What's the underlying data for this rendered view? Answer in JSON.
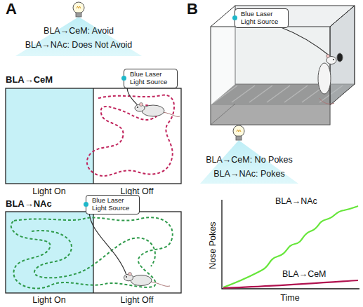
{
  "diagram": {
    "nodes": [
      {
        "text": [
          "Blue Laser Light Source"
        ]
      },
      {
        "text": [
          "Blue Laser Light Source"
        ]
      },
      {
        "text": [
          "Blue Laser Light Source"
        ]
      }
    ],
    "labels": [
      "A",
      "BLA→CeM: Avoid",
      "BLA→NAc: Does Not Avoid",
      "BLA→CeM",
      "Light On",
      "Light Off",
      "BLA→NAc",
      "Light On",
      "Light Off",
      "B",
      "BLA→CeM: No Pokes",
      "BLA→NAc: Pokes",
      "BLA→NAc",
      "BLA→CeM",
      "Nose Pokes",
      "Time"
    ]
  }
}
